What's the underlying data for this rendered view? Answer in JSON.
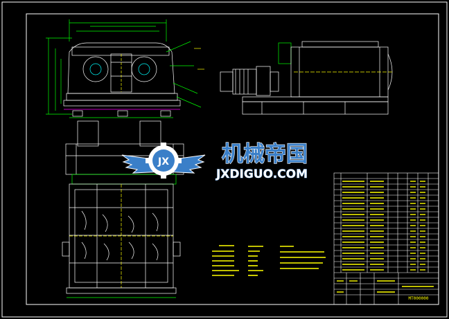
{
  "watermark": {
    "title_cn": "机械帝国",
    "subtitle": "JXDIGUO.COM",
    "emblem_text": "JX"
  },
  "colors": {
    "background": "#000000",
    "frame": "#ffffff",
    "line_green": "#00ff00",
    "line_yellow": "#ffff00",
    "line_cyan": "#00ffff",
    "line_magenta": "#ff00ff",
    "logo_blue": "#3a7fc8",
    "logo_white": "#ffffff"
  },
  "title_block": {
    "drawing_number": "MT000000"
  }
}
